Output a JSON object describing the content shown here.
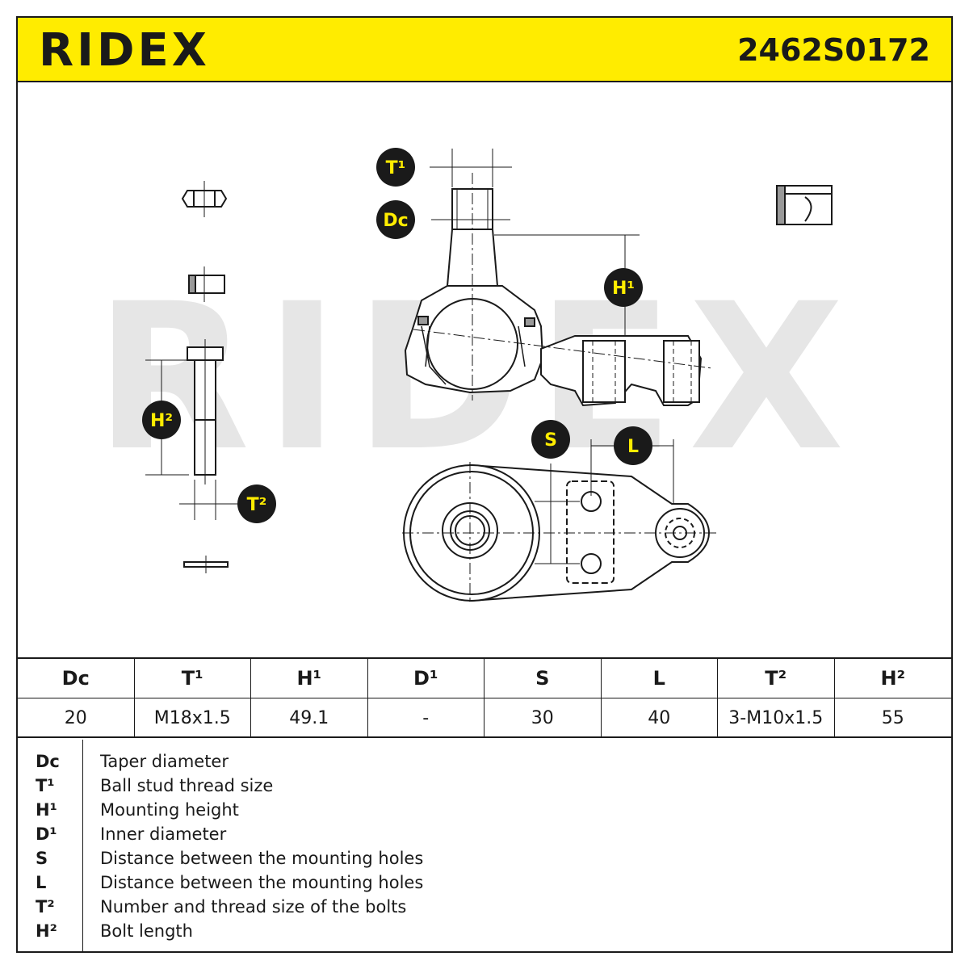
{
  "header": {
    "brand": "RIDEX",
    "part_number": "2462S0172"
  },
  "drawing": {
    "watermark": "RIDEX",
    "labels": {
      "t1": "T¹",
      "dc": "Dc",
      "h1": "H¹",
      "h2": "H²",
      "t2": "T²",
      "s": "S",
      "l": "L"
    },
    "colors": {
      "badge_bg": "#1a1a1a",
      "badge_text": "#ffec00",
      "header_bg": "#ffec00"
    }
  },
  "spec_table": {
    "headers": [
      "Dc",
      "T¹",
      "H¹",
      "D¹",
      "S",
      "L",
      "T²",
      "H²"
    ],
    "values": [
      "20",
      "M18x1.5",
      "49.1",
      "-",
      "30",
      "40",
      "3-M10x1.5",
      "55"
    ]
  },
  "legend": [
    {
      "code": "Dc",
      "desc": "Taper diameter"
    },
    {
      "code": "T¹",
      "desc": "Ball stud thread size"
    },
    {
      "code": "H¹",
      "desc": "Mounting height"
    },
    {
      "code": "D¹",
      "desc": "Inner diameter"
    },
    {
      "code": "S",
      "desc": "Distance between the mounting holes"
    },
    {
      "code": "L",
      "desc": "Distance between the mounting holes"
    },
    {
      "code": "T²",
      "desc": "Number and thread size of the bolts"
    },
    {
      "code": "H²",
      "desc": "Bolt length"
    }
  ]
}
